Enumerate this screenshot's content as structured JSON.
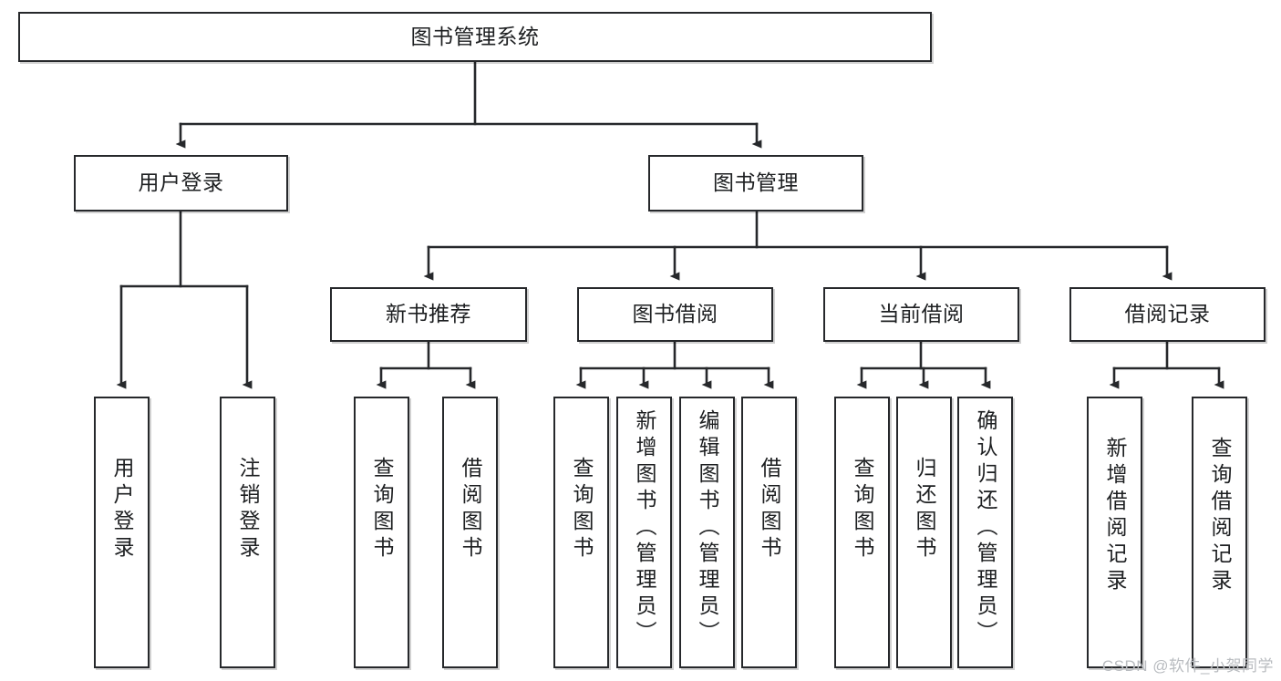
{
  "diagram": {
    "title": "图书管理系统",
    "type": "tree",
    "watermark": "CSDN @软件_小贺同学",
    "nodes": {
      "root": {
        "label": "图书管理系统"
      },
      "level2": [
        {
          "id": "user-login",
          "label": "用户登录"
        },
        {
          "id": "book-manage",
          "label": "图书管理"
        }
      ],
      "level3": [
        {
          "id": "new-book-recommend",
          "label": "新书推荐"
        },
        {
          "id": "book-borrow",
          "label": "图书借阅"
        },
        {
          "id": "current-borrow",
          "label": "当前借阅"
        },
        {
          "id": "borrow-record",
          "label": "借阅记录"
        }
      ],
      "leaves": [
        {
          "id": "leaf-user-login",
          "label": "用户登录"
        },
        {
          "id": "leaf-logout-login",
          "label": "注销登录"
        },
        {
          "id": "leaf-query-book-1",
          "label": "查询图书"
        },
        {
          "id": "leaf-borrow-book-1",
          "label": "借阅图书"
        },
        {
          "id": "leaf-query-book-2",
          "label": "查询图书"
        },
        {
          "id": "leaf-add-book-admin",
          "label": "新增图书（管理员）"
        },
        {
          "id": "leaf-edit-book-admin",
          "label": "编辑图书（管理员）"
        },
        {
          "id": "leaf-borrow-book-2",
          "label": "借阅图书"
        },
        {
          "id": "leaf-query-book-3",
          "label": "查询图书"
        },
        {
          "id": "leaf-return-book",
          "label": "归还图书"
        },
        {
          "id": "leaf-confirm-return-admin",
          "label": "确认归还（管理员）"
        },
        {
          "id": "leaf-add-borrow-record",
          "label": "新增借阅记录"
        },
        {
          "id": "leaf-query-borrow-record",
          "label": "查询借阅记录"
        }
      ]
    },
    "colors": {
      "stroke": "#26282b",
      "text": "#1d1f21",
      "background": "#ffffff",
      "watermark": "#b9bcc0"
    }
  }
}
